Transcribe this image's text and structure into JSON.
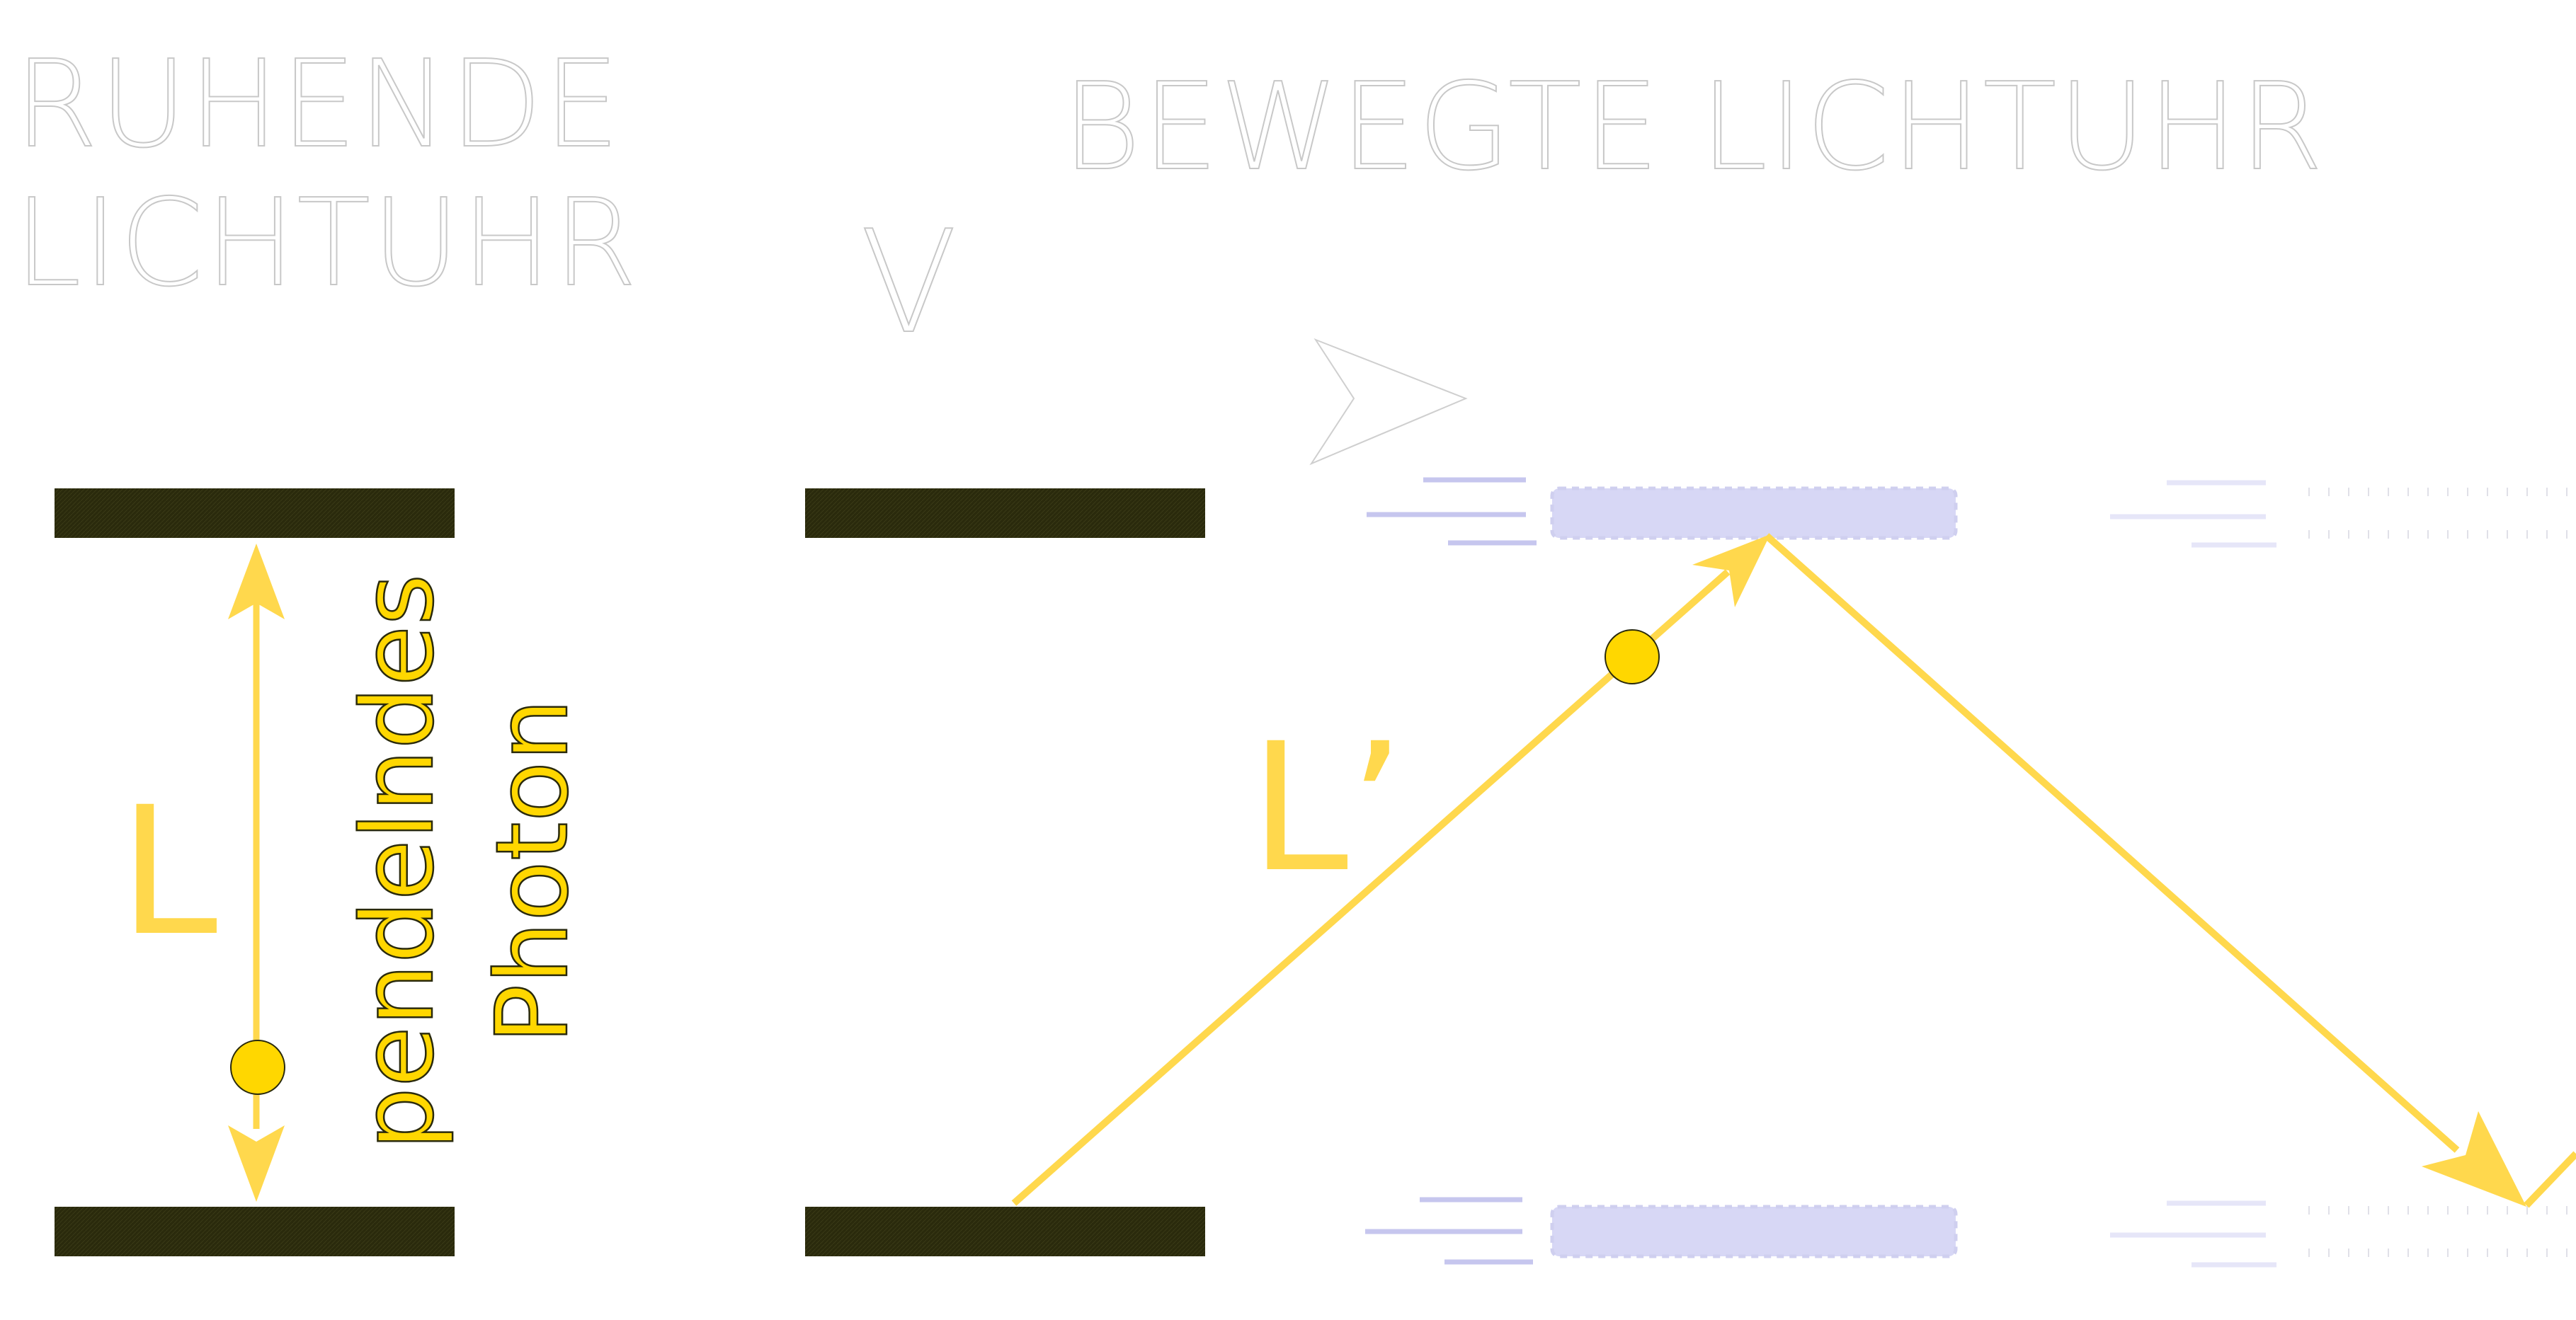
{
  "titles": {
    "resting_clock": "RUHENDE\nLICHTUHR",
    "moving_clock": "BEWEGTE LICHTUHR"
  },
  "labels": {
    "velocity": "V",
    "length_rest": "L",
    "length_moving": "L’",
    "photon_line1": "pendelndes",
    "photon_line2": "Photon"
  },
  "colors": {
    "mirror": "#2a2a0c",
    "photon": "#ffd84d",
    "photon_dot": "#ffd700",
    "ghost_mirror": "#d7d7f5",
    "outline_text": "#c8c8c8"
  }
}
